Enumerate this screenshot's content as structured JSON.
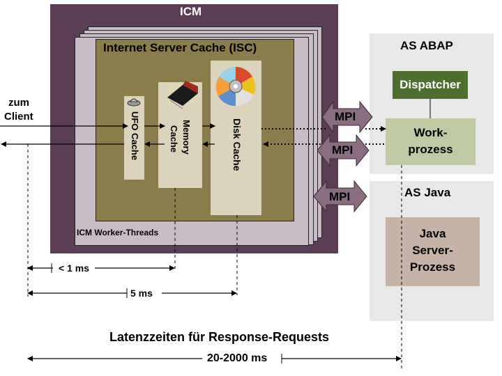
{
  "icm": {
    "title": "ICM"
  },
  "isc": {
    "title": "Internet Server Cache (ISC)"
  },
  "worker_threads": {
    "label": "ICM Worker-Threads"
  },
  "caches": {
    "ufo": "UFO Cache",
    "memory": [
      "Memory",
      "Cache"
    ],
    "disk": "Disk Cache"
  },
  "client": {
    "lines": [
      "zum",
      "Client"
    ]
  },
  "mpi": [
    "MPI",
    "MPI",
    "MPI"
  ],
  "as_abap": {
    "title": "AS ABAP",
    "dispatcher": "Dispatcher",
    "workprozess": [
      "Work-",
      "prozess"
    ]
  },
  "as_java": {
    "title": "AS Java",
    "server": [
      "Java",
      "Server-",
      "Prozess"
    ]
  },
  "latency": {
    "title": "Latenzzeiten für Response-Requests",
    "ufo": "< 1 ms",
    "disk": "5 ms",
    "total": "20-2000 ms"
  },
  "colors": {
    "icm_box": "#5b3d55",
    "thread_box": "#c8bcc6",
    "isc_box": "#8b7c4b",
    "cache_box": "#dcd3bd",
    "as_box": "#e8e8e8",
    "dispatcher": "#4e6e2d",
    "workprozess": "#bfcaa5",
    "java_server": "#c7b2a8",
    "mpi_arrow": "#8a6d80"
  }
}
